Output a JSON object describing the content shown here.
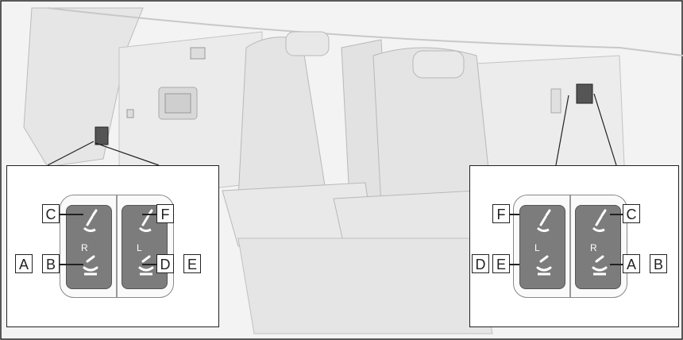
{
  "left_callout": {
    "seat_label_1": "R",
    "seat_label_2": "L",
    "labels": {
      "c": "C",
      "a": "A",
      "b": "B",
      "f": "F",
      "d": "D",
      "e": "E"
    }
  },
  "right_callout": {
    "seat_label_1": "L",
    "seat_label_2": "R",
    "labels": {
      "f": "F",
      "d": "D",
      "e": "E",
      "c": "C",
      "a": "A",
      "b": "B"
    }
  },
  "colors": {
    "switch_fill": "#7c7c7c",
    "icon": "#ffffff",
    "line": "#222222"
  }
}
